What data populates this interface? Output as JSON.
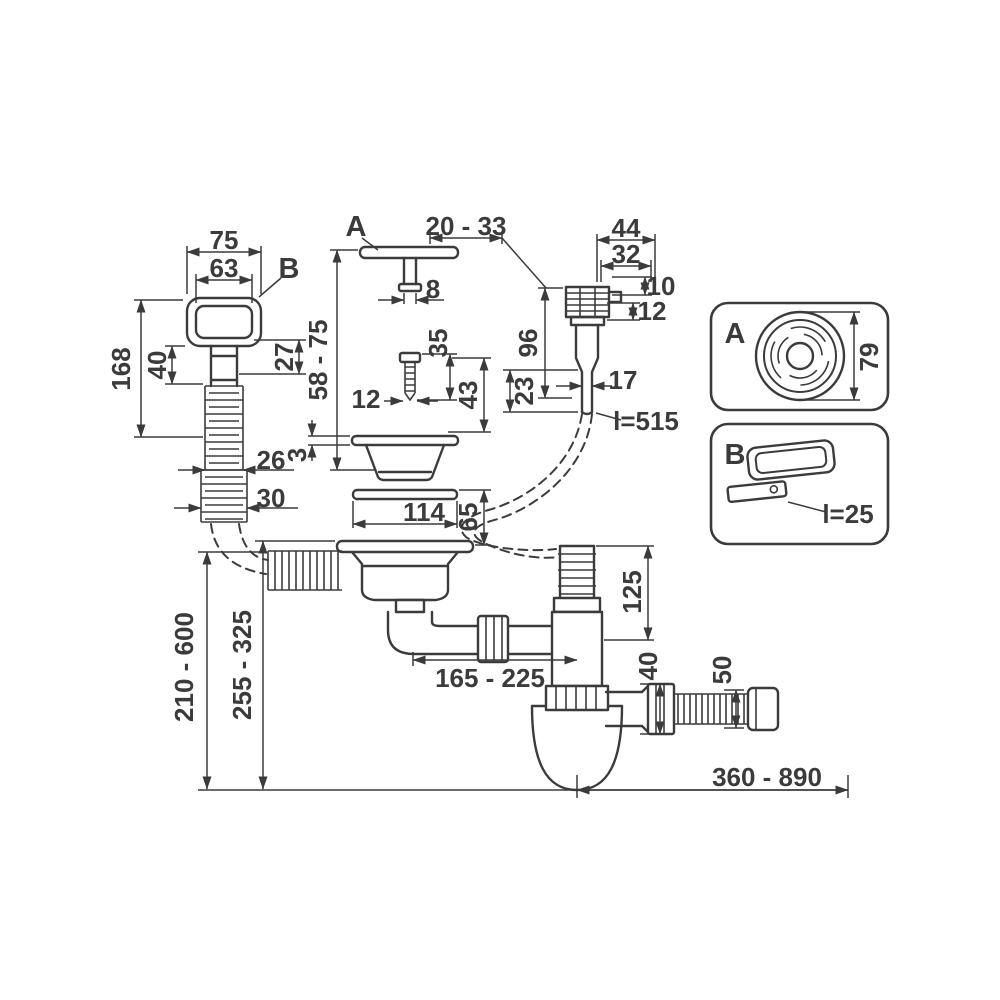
{
  "colors": {
    "line": "#3b3b3b",
    "background": "#ffffff"
  },
  "overflow_head": {
    "width_outer": "75",
    "width_inner": "63",
    "ref": "B",
    "height_total": "168",
    "height_head": "40",
    "height_side": "27",
    "hose_d1": "26",
    "hose_d2": "30"
  },
  "drain_cover": {
    "ref": "A",
    "range": "20 - 33",
    "pin_width": "8",
    "height_range": "58 - 75",
    "screw_length": "35",
    "screw_width": "12",
    "gap": "43",
    "flange_thickness": "3",
    "body_diameter": "114",
    "body_height": "65"
  },
  "overflow_fitting": {
    "width_top": "44",
    "width_mid": "32",
    "step": "10",
    "washer": "12",
    "height": "96",
    "tip": "23",
    "tube_d": "17",
    "tube_length": "l=515"
  },
  "detail_a": {
    "ref": "A",
    "diameter": "79"
  },
  "detail_b": {
    "ref": "B",
    "length": "l=25"
  },
  "siphon": {
    "inlet_height": "125",
    "pipe_span": "165 - 225",
    "outlet_d1": "40",
    "outlet_d2": "50",
    "hose_length": "360 - 890",
    "height_range_1": "210 - 600",
    "height_range_2": "255 - 325"
  }
}
